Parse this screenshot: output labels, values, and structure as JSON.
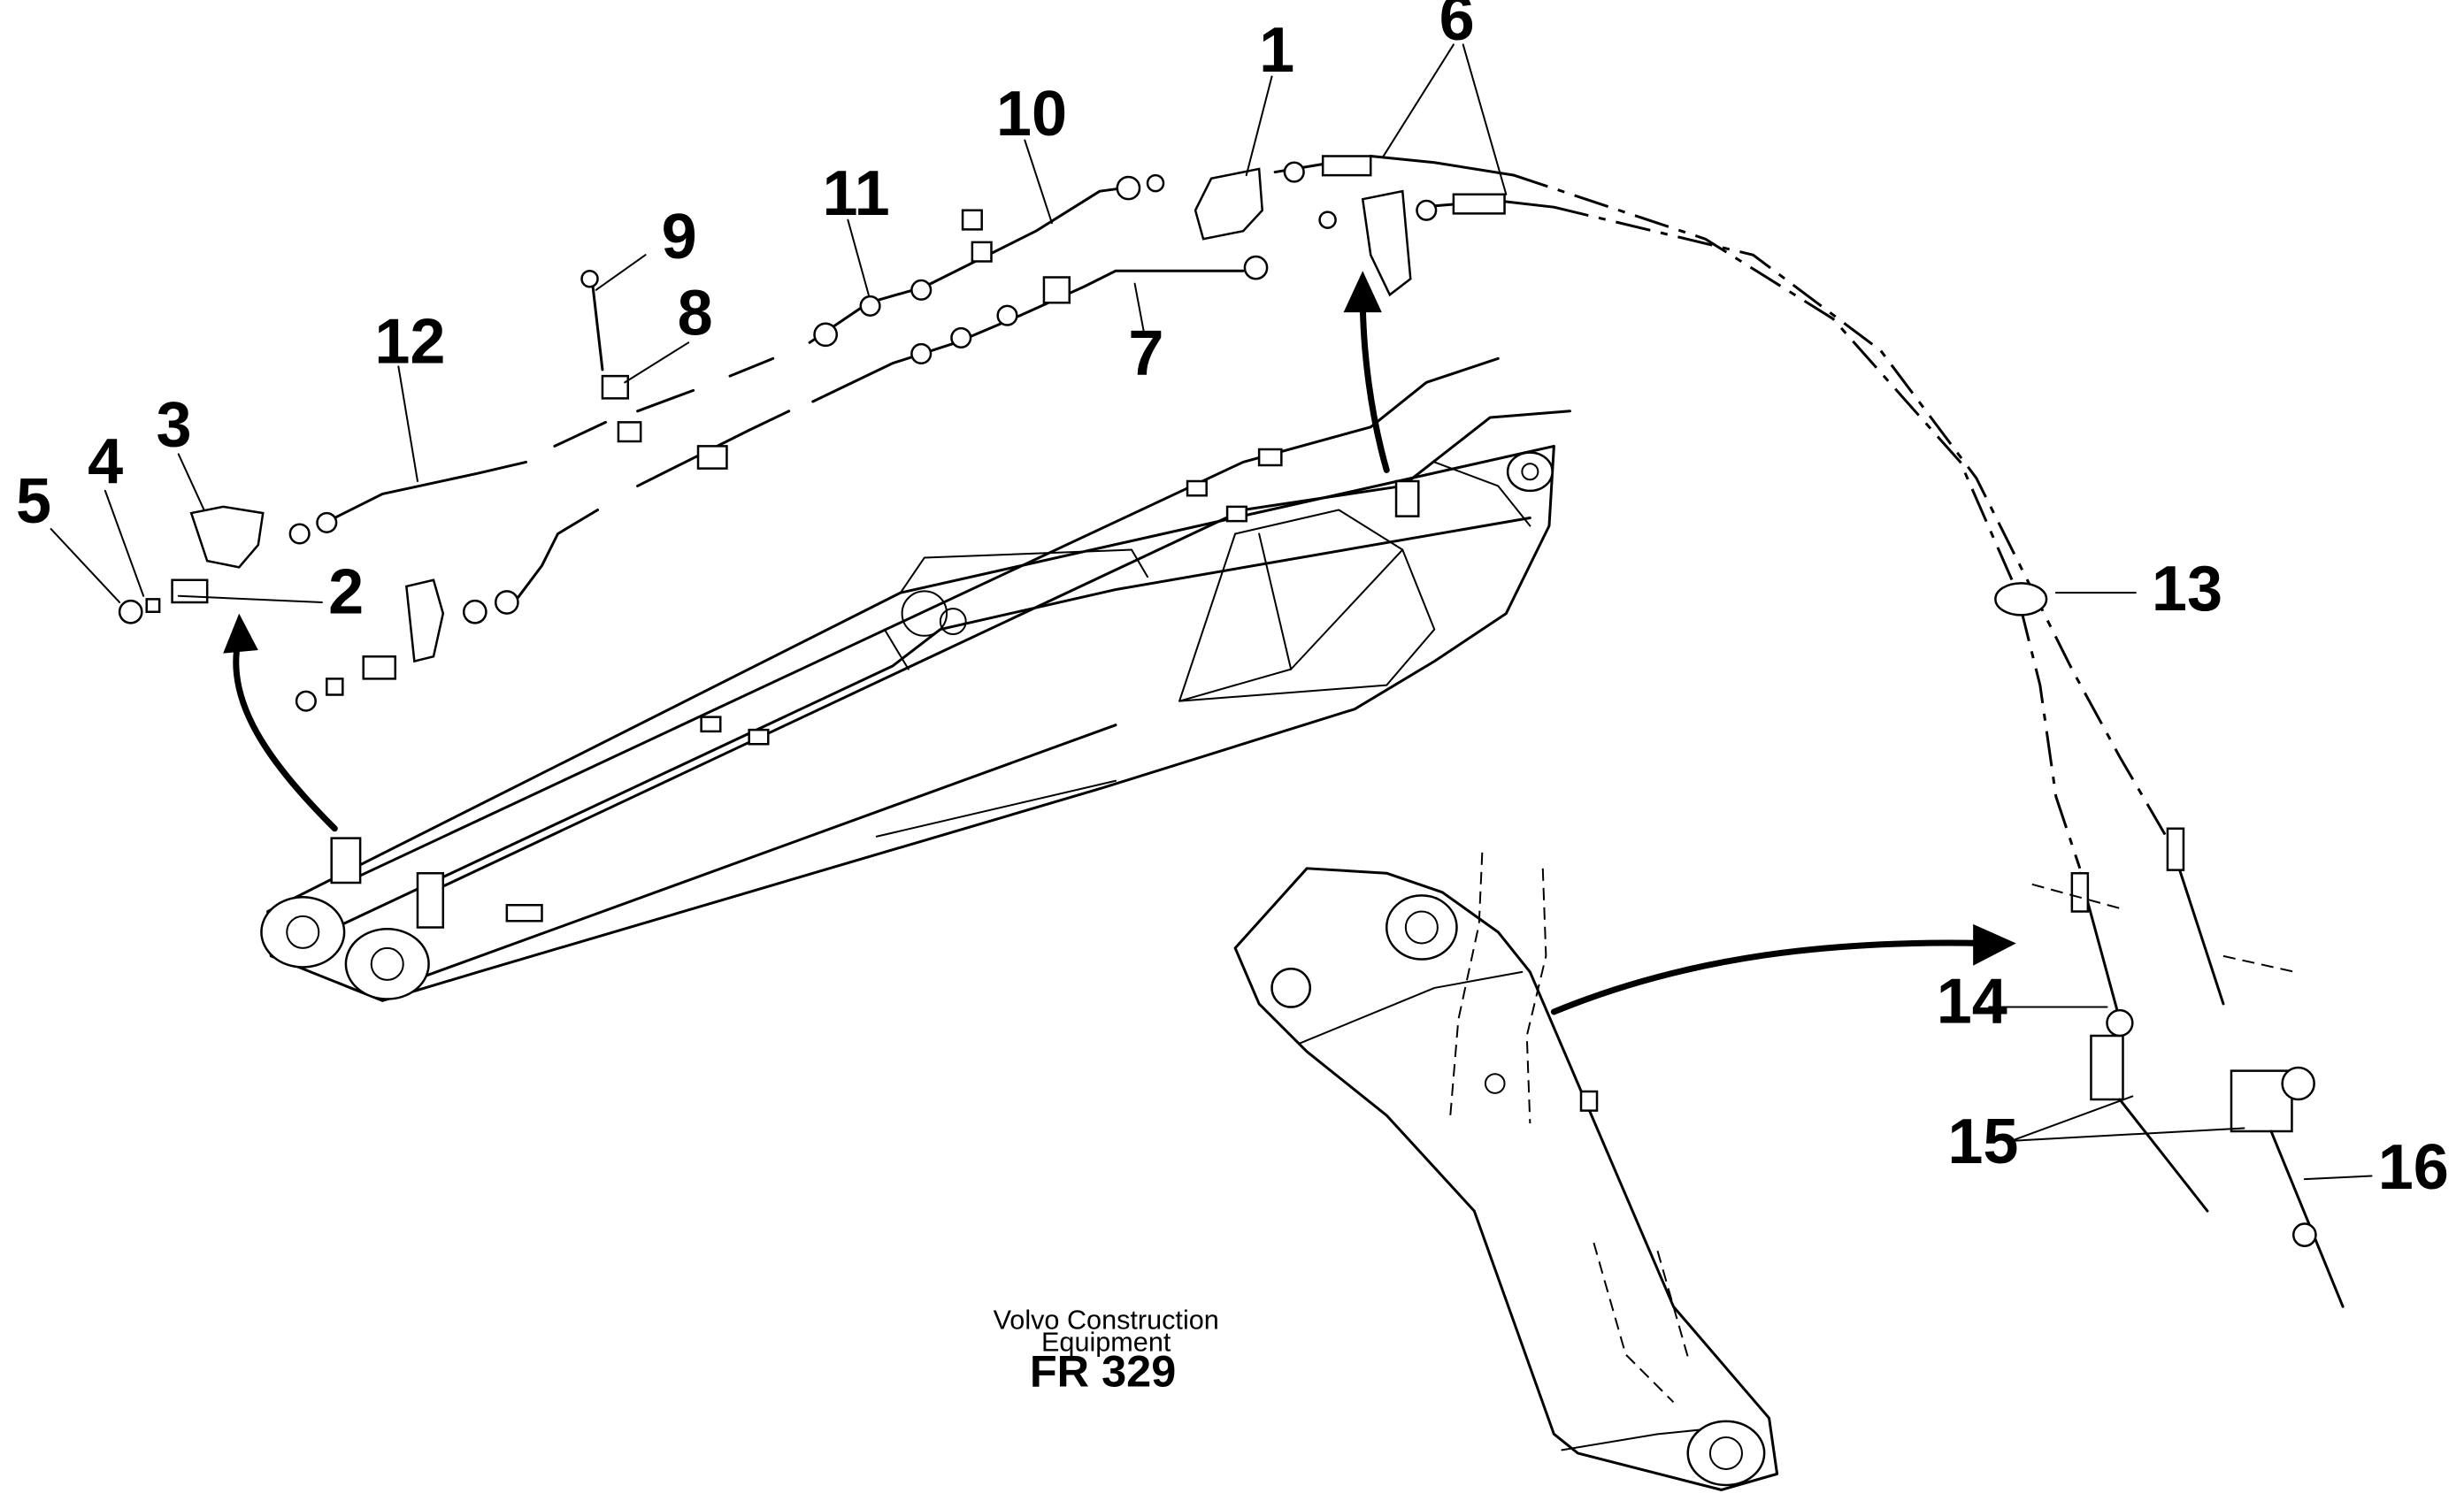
{
  "callouts": {
    "c1": "1",
    "c2": "2",
    "c3": "3",
    "c4": "4",
    "c5": "5",
    "c6": "6",
    "c7": "7",
    "c8": "8",
    "c9": "9",
    "c10": "10",
    "c11": "11",
    "c12": "12",
    "c13": "13",
    "c14": "14",
    "c15": "15",
    "c16": "16"
  },
  "caption": {
    "line1": "Volvo Construction",
    "line2": "Equipment",
    "ref": "FR 329"
  }
}
